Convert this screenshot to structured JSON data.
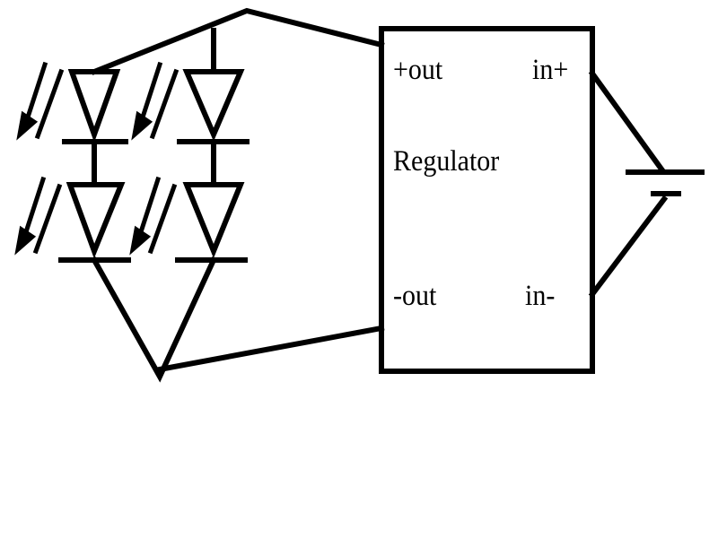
{
  "diagram": {
    "colors": {
      "ink": "#000000",
      "background": "#ffffff"
    },
    "regulator": {
      "title": "Regulator",
      "pins": {
        "out_pos": "+out",
        "out_neg": "-out",
        "in_pos": "in+",
        "in_neg": "in-"
      }
    },
    "components": {
      "leds": [
        "led-1",
        "led-2",
        "led-3",
        "led-4"
      ],
      "battery": "battery"
    }
  }
}
